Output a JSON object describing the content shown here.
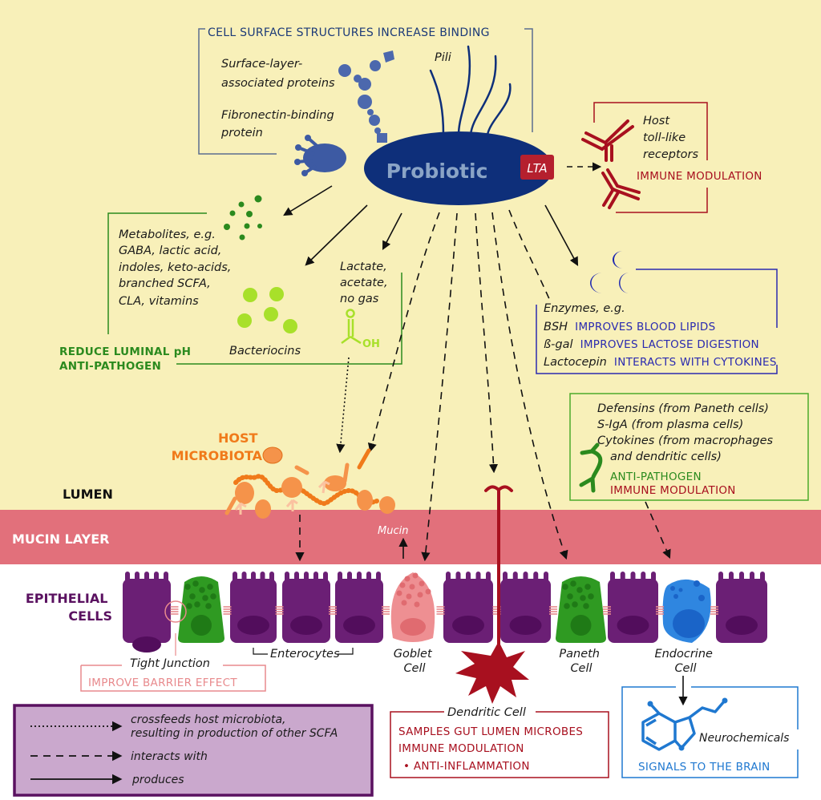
{
  "colors": {
    "lumen_bg": "#f8f0b9",
    "mucin_bg": "#e2707b",
    "epithelium_bg": "#ffffff",
    "probiotic": "#0e2f7a",
    "probiotic_text": "#8aa4c6",
    "surface_protein": "#4c68ad",
    "lta": "#b5202e",
    "immune_red": "#a8101f",
    "green_dark": "#2b8a1e",
    "green_light": "#a8e02a",
    "enzyme_blue": "#1a24b0",
    "enzyme_text": "#2a2ab0",
    "orange": "#f07a1a",
    "orange_light": "#f5934a",
    "enterocyte": "#6b1f75",
    "enterocyte_nucleus": "#520d5c",
    "paneth": "#2f9a22",
    "goblet": "#ee8f92",
    "endocrine": "#2f86e0",
    "legend_bg": "#caa8cd",
    "legend_border": "#5a1160",
    "tight_junction": "#e88a8d",
    "neuro_blue": "#1f78d0"
  },
  "top_box": {
    "title": "CELL SURFACE STRUCTURES INCREASE BINDING",
    "surface_layer": [
      "Surface-layer-",
      "associated proteins"
    ],
    "fibronectin": [
      "Fibronectin-binding",
      "protein"
    ],
    "pili": "Pili"
  },
  "probiotic": {
    "label": "Probiotic",
    "lta": "LTA"
  },
  "tlr_box": {
    "text": [
      "Host",
      "toll-like",
      "receptors"
    ],
    "effect": "IMMUNE MODULATION"
  },
  "metabolites_box": {
    "text": [
      "Metabolites, e.g.",
      "GABA, lactic acid,",
      "indoles, keto-acids,",
      "branched SCFA,",
      "CLA, vitamins"
    ],
    "bacteriocins": "Bacteriocins",
    "lactate": [
      "Lactate,",
      "acetate,",
      "no gas"
    ],
    "oh": "OH",
    "o": "O",
    "effects": [
      "REDUCE LUMINAL pH",
      "ANTI-PATHOGEN"
    ]
  },
  "enzymes_box": {
    "intro": "Enzymes, e.g.",
    "rows": [
      {
        "name": "BSH",
        "effect": "IMPROVES BLOOD LIPIDS"
      },
      {
        "name": "ß-gal",
        "effect": "IMPROVES LACTOSE DIGESTION"
      },
      {
        "name": "Lactocepin",
        "effect": "INTERACTS WITH CYTOKINES"
      }
    ]
  },
  "defensins_box": {
    "lines": [
      "Defensins  (from Paneth cells)",
      "S-IgA (from plasma cells)",
      "Cytokines (from macrophages",
      "and dendritic cells)"
    ],
    "effects": [
      "ANTI-PATHOGEN",
      "IMMUNE MODULATION"
    ]
  },
  "microbiota": {
    "label": [
      "HOST",
      "MICROBIOTA"
    ]
  },
  "layers": {
    "lumen": "LUMEN",
    "mucin": "MUCIN LAYER",
    "mucin_label": "Mucin",
    "epithelial": [
      "EPITHELIAL",
      "CELLS"
    ]
  },
  "cells": {
    "tight_junction": "Tight Junction",
    "barrier": "IMPROVE BARRIER EFFECT",
    "enterocytes": "Enterocytes",
    "goblet": [
      "Goblet",
      "Cell"
    ],
    "paneth": [
      "Paneth",
      "Cell"
    ],
    "endocrine": [
      "Endocrine",
      "Cell"
    ]
  },
  "dendritic_box": {
    "title": "Dendritic Cell",
    "effects": [
      "SAMPLES GUT LUMEN MICROBES",
      "IMMUNE MODULATION",
      "• ANTI-INFLAMMATION"
    ]
  },
  "brain_box": {
    "neurochemicals": "Neurochemicals",
    "effect": "SIGNALS TO THE BRAIN"
  },
  "legend": {
    "items": [
      {
        "style": "dotted",
        "label": [
          "crossfeeds host microbiota,",
          "resulting in production of other SCFA"
        ]
      },
      {
        "style": "dashed",
        "label": [
          "interacts with"
        ]
      },
      {
        "style": "solid",
        "label": [
          "produces"
        ]
      }
    ]
  }
}
